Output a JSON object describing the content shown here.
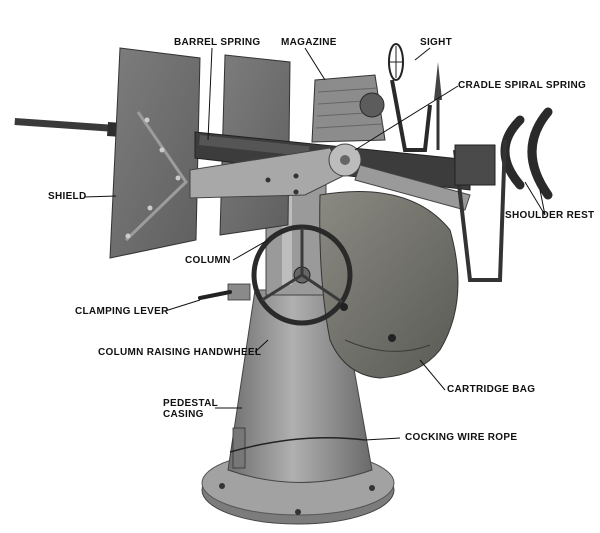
{
  "labels": {
    "barrel_spring": "BARREL SPRING",
    "magazine": "MAGAZINE",
    "sight": "SIGHT",
    "cradle_spiral_spring": "CRADLE SPIRAL SPRING",
    "shield": "SHIELD",
    "shoulder_rest": "SHOULDER REST",
    "column": "COLUMN",
    "clamping_lever": "CLAMPING LEVER",
    "column_raising_handwheel": "COLUMN RAISING HANDWHEEL",
    "cartridge_bag": "CARTRIDGE BAG",
    "pedestal_casing_line1": "PEDESTAL",
    "pedestal_casing_line2": "CASING",
    "cocking_wire_rope": "COCKING WIRE ROPE"
  },
  "colors": {
    "metal": "#8e8e8e",
    "metal_dark": "#4a4a4a",
    "metal_light": "#b4b4b4",
    "bag": "#7a7a72",
    "ink": "#111111"
  }
}
